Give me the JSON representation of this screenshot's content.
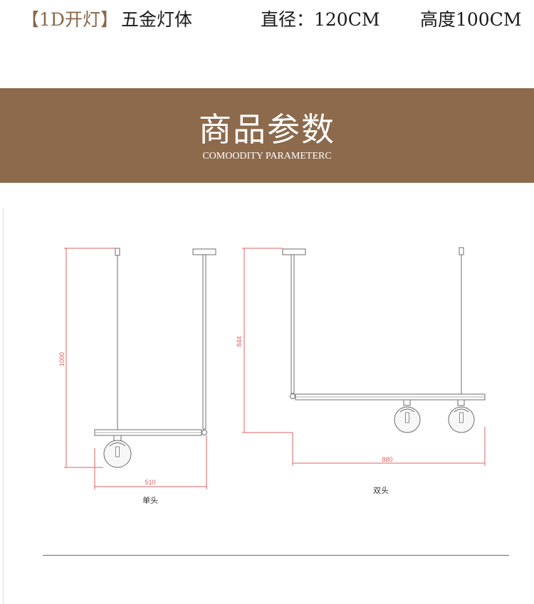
{
  "header": {
    "tag": "【1D开灯】",
    "material": "五金灯体",
    "diameter": "直径：120CM",
    "height": "高度100CM"
  },
  "banner": {
    "title": "商品参数",
    "subtitle": "COMOODITY PARAMETERC",
    "color": "#8d6a4c"
  },
  "drawing": {
    "single": {
      "height_label": "1000",
      "width_label": "510",
      "caption": "单头"
    },
    "double": {
      "height_label": "844",
      "width_label": "880",
      "caption": "双头"
    },
    "dimension_color": "#e06060"
  }
}
